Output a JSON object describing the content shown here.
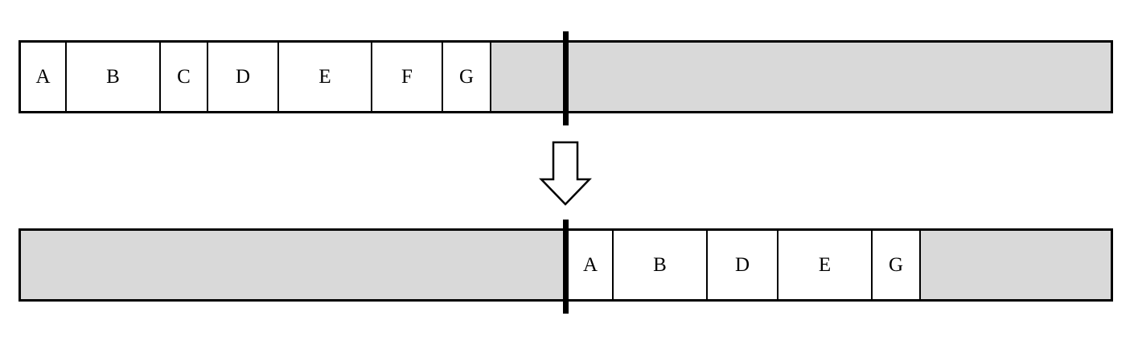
{
  "colors": {
    "free_space": "#d9d9d9",
    "block_fill": "#ffffff",
    "outline": "#000000"
  },
  "before": {
    "blocks": [
      {
        "label": "A"
      },
      {
        "label": "B"
      },
      {
        "label": "C"
      },
      {
        "label": "D"
      },
      {
        "label": "E"
      },
      {
        "label": "F"
      },
      {
        "label": "G"
      }
    ]
  },
  "after": {
    "blocks": [
      {
        "label": "A"
      },
      {
        "label": "B"
      },
      {
        "label": "D"
      },
      {
        "label": "E"
      },
      {
        "label": "G"
      }
    ]
  },
  "arrow": {
    "icon": "down-arrow-icon"
  }
}
